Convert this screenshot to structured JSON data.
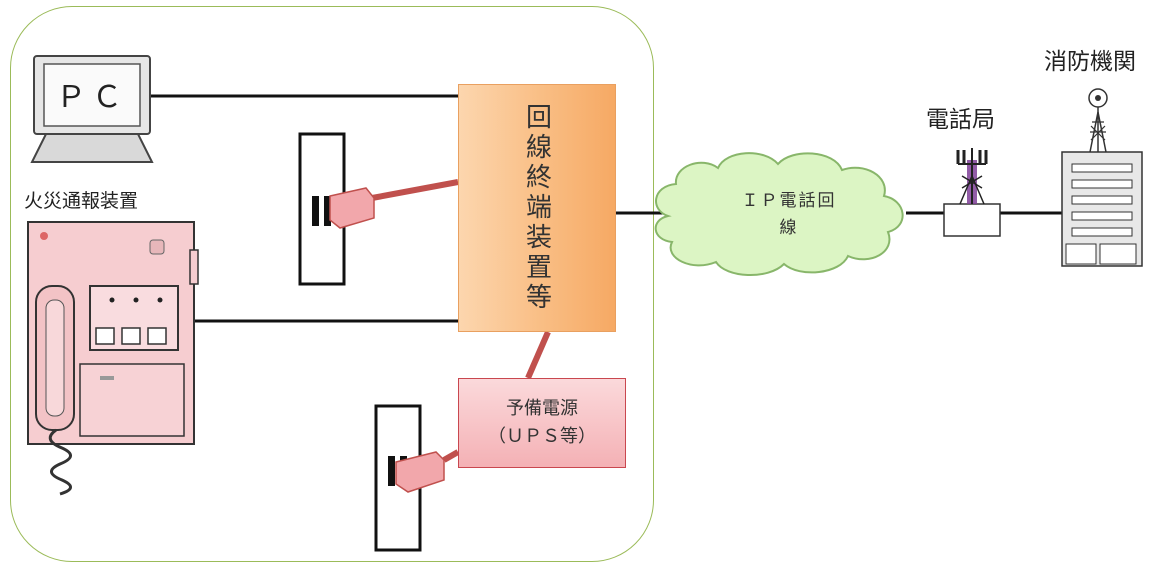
{
  "pc": {
    "label": "ＰＣ"
  },
  "alarm": {
    "label": "火災通報装置"
  },
  "terminal": {
    "label": "回線終端装置等"
  },
  "ups": {
    "line1": "予備電源",
    "line2": "（ＵＰＳ等）"
  },
  "cloud": {
    "line1": "ＩＰ電話回",
    "line2": "線"
  },
  "telephone_office": {
    "label": "電話局"
  },
  "fire_department": {
    "label": "消防機関"
  },
  "colors": {
    "room_border": "#9bbb59",
    "terminal_fill": "#f9bd83",
    "ups_fill": "#f7c4c7",
    "power_line": "#c0504d",
    "cloud_fill": "#dcf5c4",
    "cloud_border": "#88b66a"
  }
}
